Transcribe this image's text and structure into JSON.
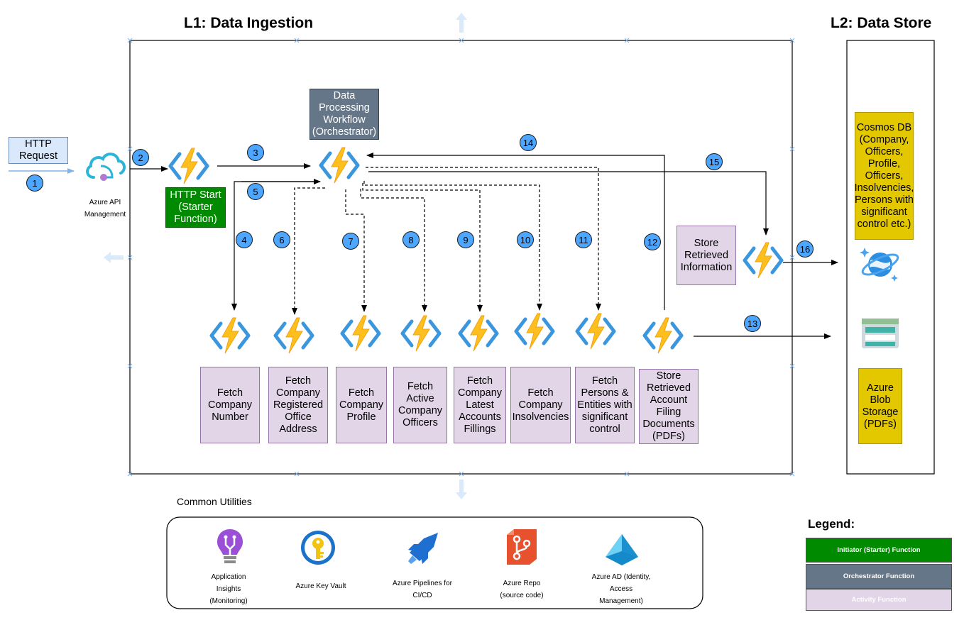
{
  "titles": {
    "l1": "L1: Data Ingestion",
    "l2": "L2: Data Store"
  },
  "http_request": "HTTP Request",
  "apim_label": "Azure API Management",
  "starter": "HTTP Start (Starter Function)",
  "orchestrator": "Data Processing Workflow (Orchestrator)",
  "store_info": "Store Retrieved Information",
  "activities": [
    "Fetch Company Number",
    "Fetch Company Registered Office Address",
    "Fetch Company Profile",
    "Fetch Active Company Officers",
    "Fetch Company Latest Accounts Fillings",
    "Fetch Company Insolvencies",
    "Fetch Persons & Entities with significant control",
    "Store Retrieved Account Filing Documents (PDFs)"
  ],
  "cosmos": "Cosmos DB (Company, Officers, Profile, Officers, Insolvencies, Persons with significant control etc.)",
  "blob": "Azure Blob Storage (PDFs)",
  "steps": [
    "1",
    "2",
    "3",
    "4",
    "5",
    "6",
    "7",
    "8",
    "9",
    "10",
    "11",
    "12",
    "13",
    "14",
    "15",
    "16"
  ],
  "utilities": {
    "title": "Common Utilities",
    "items": [
      "Application Insights (Monitoring)",
      "Azure Key Vault",
      "Azure Pipelines for CI/CD",
      "Azure Repo (source code)",
      "Azure AD (Identity, Access Management)"
    ]
  },
  "legend": {
    "title": "Legend:",
    "items": [
      {
        "label": "Initiator (Starter) Function",
        "color": "#008a00",
        "text_color": "#ffffff"
      },
      {
        "label": "Orchestrator Function",
        "color": "#647687",
        "text_color": "#ffffff"
      },
      {
        "label": "Activity Function",
        "color": "#e1d5e7",
        "text_color": "#ffffff"
      }
    ]
  },
  "colors": {
    "starter": "#008a00",
    "orchestrator": "#647687",
    "activity": "#e1d5e7",
    "store": "#e3c800",
    "badge": "#4da6ff",
    "http_request": "#dae8fc"
  }
}
